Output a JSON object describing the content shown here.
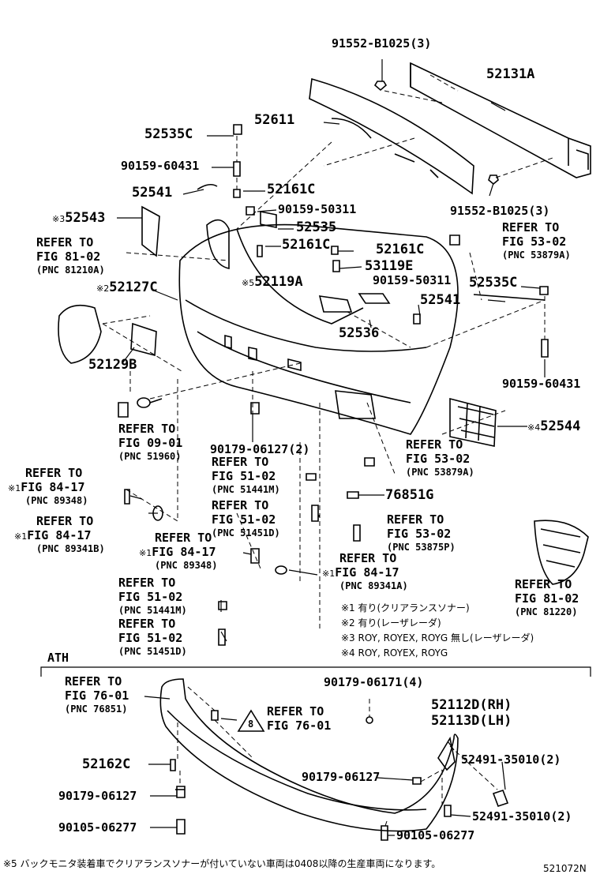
{
  "parts": {
    "p91552_top": "91552-B1025(3)",
    "p52131A": "52131A",
    "p52611": "52611",
    "p52535C_left": "52535C",
    "p90159_60431_left": "90159-60431",
    "p52541_left": "52541",
    "p52161C_a": "52161C",
    "p90159_50311_a": "90159-50311",
    "p52535": "52535",
    "p91552_bottom": "91552-B1025(3)",
    "p52543": "52543",
    "p52161C_b": "52161C",
    "p52161C_c": "52161C",
    "p53119E": "53119E",
    "p52119A": "52119A",
    "p52127C": "52127C",
    "p90159_50311_b": "90159-50311",
    "p52535C_right": "52535C",
    "p52541_right": "52541",
    "p52536": "52536",
    "p52129B": "52129B",
    "p90159_60431_right": "90159-60431",
    "p52544": "52544",
    "p90179_06127_4": "90179-06127(2)",
    "p76851G": "76851G",
    "p90179_06171": "90179-06171(4)",
    "p52112D": "52112D(RH)",
    "p52113D": "52113D(LH)",
    "p52162C": "52162C",
    "p52491_a": "52491-35010(2)",
    "p90179_06127_a": "90179-06127",
    "p90179_06127_b": "90179-06127",
    "p52491_b": "52491-35010(2)",
    "p90105_06277_a": "90105-06277",
    "p90105_06277_b": "90105-06277"
  },
  "marks": {
    "m1": "※1",
    "m2": "※2",
    "m3": "※3",
    "m4": "※4",
    "m5": "※5",
    "warning_num": "8"
  },
  "refs": {
    "r_fig53_02_a": [
      "REFER TO",
      "FIG 53-02",
      "(PNC 53879A)"
    ],
    "r_fig81_02_a": [
      "REFER TO",
      "FIG 81-02",
      "(PNC 81210A)"
    ],
    "r_fig09_01": [
      "REFER TO",
      "FIG 09-01",
      "(PNC 51960)"
    ],
    "r_fig53_02_b": [
      "REFER TO",
      "FIG 53-02",
      "(PNC 53879A)"
    ],
    "r_fig84_17_a": [
      "REFER TO",
      "FIG 84-17",
      "(PNC 89348)"
    ],
    "r_fig51_02_a": [
      "REFER TO",
      "FIG 51-02",
      "(PNC 51441M)"
    ],
    "r_fig51_02_b": [
      "REFER TO",
      "FIG 51-02",
      "(PNC 51451D)"
    ],
    "r_fig84_17_b": [
      "REFER TO",
      "FIG 84-17",
      "(PNC 89341B)"
    ],
    "r_fig53_02_c": [
      "REFER TO",
      "FIG 53-02",
      "(PNC 53875P)"
    ],
    "r_fig84_17_c": [
      "REFER TO",
      "FIG 84-17",
      "(PNC 89348)"
    ],
    "r_fig84_17_d": [
      "REFER TO",
      "FIG 84-17",
      "(PNC 89341A)"
    ],
    "r_fig81_02_b": [
      "REFER TO",
      "FIG 81-02",
      "(PNC 81220)"
    ],
    "r_fig51_02_c": [
      "REFER TO",
      "FIG 51-02",
      "(PNC 51441M)"
    ],
    "r_fig51_02_d": [
      "REFER TO",
      "FIG 51-02",
      "(PNC 51451D)"
    ],
    "r_fig76_01_a": [
      "REFER TO",
      "FIG 76-01",
      "(PNC 76851)"
    ],
    "r_fig76_01_b": [
      "REFER TO",
      "FIG 76-01"
    ]
  },
  "notes": [
    "※1 有り(クリアランスソナー)",
    "※2 有り(レーザレーダ)",
    "※3 ROY, ROYEX, ROYG 無し(レーザレーダ)",
    "※4 ROY, ROYEX, ROYG"
  ],
  "section_label": "ATH",
  "footnote": "※5 バックモニタ装着車でクリアランスソナーが付いていない車両は0408以降の生産車両になります。",
  "figure_code": "521072N"
}
